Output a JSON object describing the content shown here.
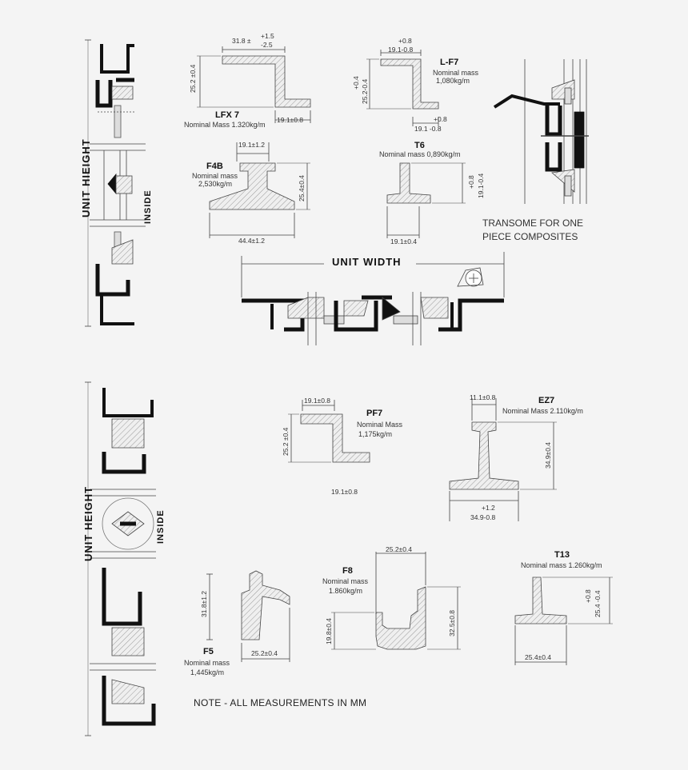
{
  "labels": {
    "unit_height": "UNIT HIEIGHT",
    "unit_height_2": "UNIT HEIGHT",
    "inside": "INSIDE",
    "inside_2": "INSIDE",
    "unit_width": "UNIT WIDTH",
    "transome_line1": "TRANSOME FOR ONE",
    "transome_line2": "PIECE COMPOSITES",
    "note": "NOTE - ALL MEASUREMENTS IN MM"
  },
  "profiles": {
    "lfx7": {
      "name": "LFX 7",
      "mass": "Nominal Mass 1.320kg/m",
      "dim_top": "31.8 ±",
      "dim_top_tol": "+1.5",
      "dim_top_tol2": "-2.5",
      "dim_left": "25.2 ±0.4",
      "dim_right": "19.1±0.8"
    },
    "lf7": {
      "name": "L-F7",
      "mass1": "Nominal mass",
      "mass2": "1,080kg/m",
      "dim_top_tol": "+0.8",
      "dim_top": "19.1-0.8",
      "dim_left_tol": "+0.4",
      "dim_left": "25.2-0.4",
      "dim_bot_tol": "+0.8",
      "dim_bot": "19.1 -0.8"
    },
    "f4b": {
      "name": "F4B",
      "mass1": "Nominal mass",
      "mass2": "2,530kg/m",
      "dim_top": "19.1±1.2",
      "dim_right": "25.4±0.4",
      "dim_bot": "44.4±1.2"
    },
    "t6": {
      "name": "T6",
      "mass": "Nominal mass 0,890kg/m",
      "dim_right_tol": "+0.8",
      "dim_right": "19.1-0.4",
      "dim_bot": "19.1±0.4"
    },
    "pf7": {
      "name": "PF7",
      "mass1": "Nominal Mass",
      "mass2": "1,175kg/m",
      "dim_top": "19.1±0.8",
      "dim_left": "25.2 ±0.4",
      "dim_bot": "19.1±0.8"
    },
    "ez7": {
      "name": "EZ7",
      "mass": "Nominal Mass 2.110kg/m",
      "dim_top": "11.1±0.8",
      "dim_right": "34.9±0.4",
      "dim_bot_tol": "+1.2",
      "dim_bot": "34.9-0.8"
    },
    "f8": {
      "name": "F8",
      "mass1": "Nominal mass",
      "mass2": "1.860kg/m",
      "dim_top": "25.2±0.4",
      "dim_left": "19.8±0.4",
      "dim_right": "32.5±0.8"
    },
    "t13": {
      "name": "T13",
      "mass": "Nominal mass 1.260kg/m",
      "dim_right_tol": "+0.8",
      "dim_right": "25.4 -0.4",
      "dim_bot": "25.4±0.4"
    },
    "f5": {
      "name": "F5",
      "mass1": "Nominal mass",
      "mass2": "1,445kg/m",
      "dim_left": "31.8±1.2",
      "dim_bot": "25.2±0.4"
    }
  }
}
